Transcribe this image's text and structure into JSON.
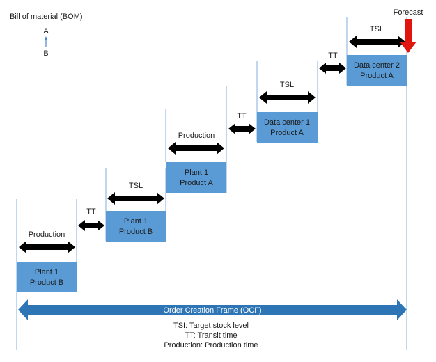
{
  "bom": {
    "title": "Bill of material (BOM)",
    "parent": "A",
    "child": "B"
  },
  "forecast_label": "Forecast",
  "stages": [
    {
      "line1": "Plant 1",
      "line2": "Product B"
    },
    {
      "line1": "Plant 1",
      "line2": "Product B"
    },
    {
      "line1": "Plant 1",
      "line2": "Product A"
    },
    {
      "line1": "Data center 1",
      "line2": "Product A"
    },
    {
      "line1": "Data center 2",
      "line2": "Product A"
    }
  ],
  "segments": [
    "Production",
    "TT",
    "TSL",
    "Production",
    "TT",
    "TSL",
    "TT",
    "TSL"
  ],
  "ocf_label": "Order Creation Frame (OCF)",
  "legend": {
    "line1": "TSI: Target stock level",
    "line2": "TT: Transit time",
    "line3": "Production: Production time"
  },
  "colors": {
    "box_fill": "#5b9bd5",
    "box_text": "#1a1a1a",
    "line": "#9dc3e6",
    "arrow": "#000000",
    "ocf": "#2e75b6",
    "forecast_arrow": "#e0150f",
    "bom_arrow": "#4a86c8"
  }
}
